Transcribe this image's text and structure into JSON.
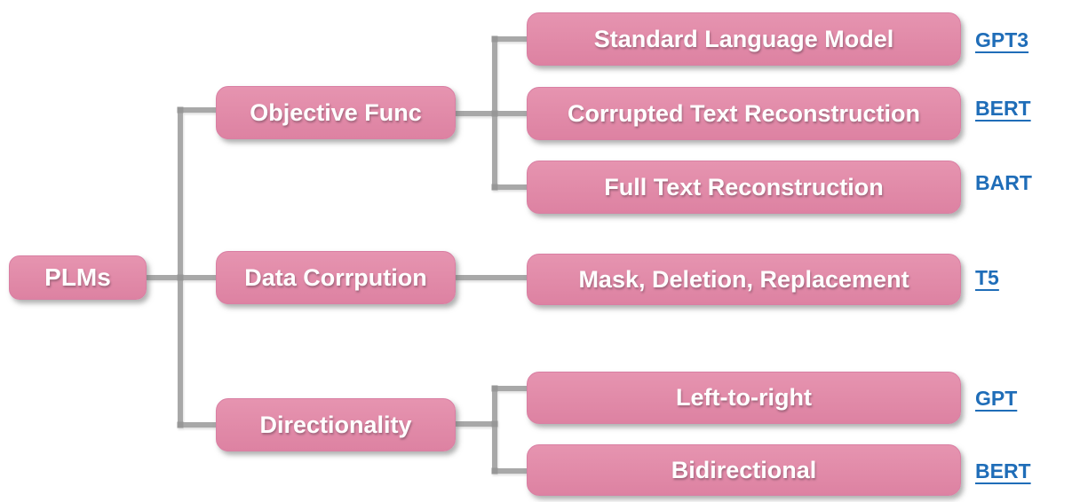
{
  "diagram": {
    "root": {
      "label": "PLMs"
    },
    "branches": [
      {
        "label": "Objective Func",
        "children": [
          {
            "label": "Standard Language Model",
            "ref": "GPT3",
            "ref_underlined": true
          },
          {
            "label": "Corrupted Text Reconstruction",
            "ref": "BERT",
            "ref_underlined": true
          },
          {
            "label": "Full Text Reconstruction",
            "ref": "BART",
            "ref_underlined": false
          }
        ]
      },
      {
        "label": "Data Corrpution",
        "children": [
          {
            "label": "Mask, Deletion, Replacement",
            "ref": "T5",
            "ref_underlined": true
          }
        ]
      },
      {
        "label": "Directionality",
        "children": [
          {
            "label": "Left-to-right",
            "ref": "GPT",
            "ref_underlined": true
          },
          {
            "label": "Bidirectional",
            "ref": "BERT",
            "ref_underlined": true
          }
        ]
      }
    ],
    "colors": {
      "node_fill": "#E18AA8",
      "node_text": "#FFFFFF",
      "connector": "#A8A8A8",
      "link_blue": "#1F6DB8"
    }
  }
}
